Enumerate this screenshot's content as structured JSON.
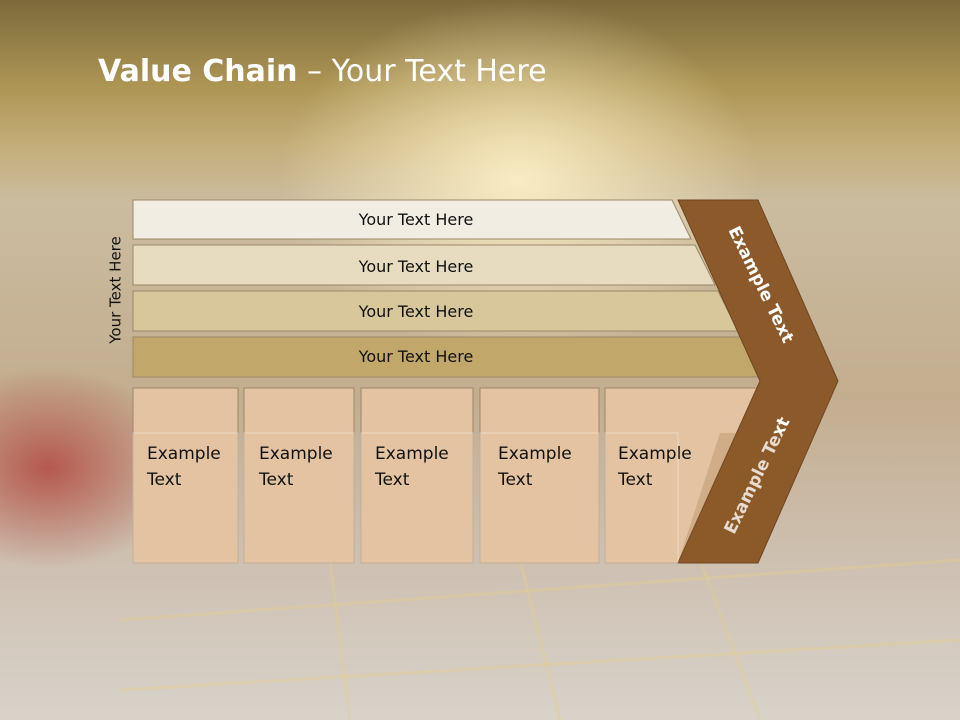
{
  "slide": {
    "title_bold": "Value Chain",
    "title_rest": " – Your Text Here",
    "side_label": "Your Text Here"
  },
  "bars": [
    {
      "label": "Your Text Here",
      "fill": "#f1ede2"
    },
    {
      "label": "Your Text Here",
      "fill": "#e8dcc0"
    },
    {
      "label": "Your Text Here",
      "fill": "#d8c79b"
    },
    {
      "label": "Your Text Here",
      "fill": "#c2a76a"
    }
  ],
  "boxes": [
    {
      "line1": "Example",
      "line2": "Text"
    },
    {
      "line1": "Example",
      "line2": "Text"
    },
    {
      "line1": "Example",
      "line2": "Text"
    },
    {
      "line1": "Example",
      "line2": "Text"
    },
    {
      "line1": "Example",
      "line2": "Text"
    }
  ],
  "chevron": {
    "upper_label": "Example Text",
    "lower_label": "Example Text",
    "fill": "#8c5a2a"
  },
  "colors": {
    "box_fill": "#e3c3a1",
    "box_stroke": "#9d8668"
  }
}
